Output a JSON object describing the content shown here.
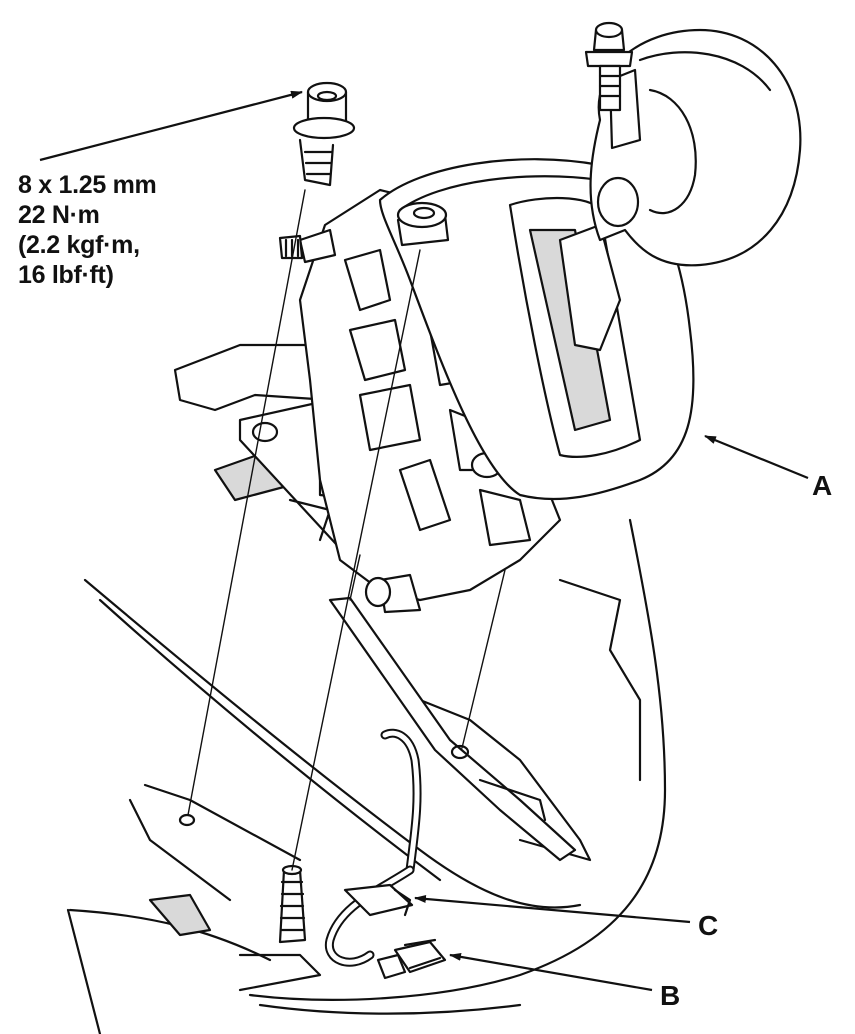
{
  "spec": {
    "line1": "8 x 1.25 mm",
    "line2": "22 N·m",
    "line3": "(2.2 kgf·m,",
    "line4": "16 lbf·ft)"
  },
  "callouts": {
    "a": "A",
    "b": "B",
    "c": "C"
  },
  "colors": {
    "ink": "#111111",
    "paper": "#ffffff",
    "shade": "#d9d9d9"
  }
}
